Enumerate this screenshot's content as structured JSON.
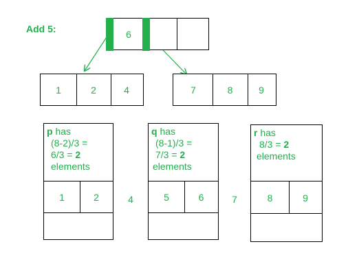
{
  "title": "Add 5:",
  "root": {
    "cells": [
      "6",
      "",
      ""
    ]
  },
  "left_node": {
    "cells": [
      "1",
      "2",
      "4"
    ]
  },
  "right_node": {
    "cells": [
      "7",
      "8",
      "9"
    ]
  },
  "groups": [
    {
      "var": "p",
      "line1": " has",
      "line2": "(8-2)/3 =",
      "line3a": "6/3 = ",
      "line3b": "2",
      "line4": "elements",
      "cells": [
        "1",
        "2"
      ],
      "after": "4"
    },
    {
      "var": "q",
      "line1": " has",
      "line2": "(8-1)/3 =",
      "line3a": "7/3 = ",
      "line3b": "2",
      "line4": "elements",
      "cells": [
        "5",
        "6"
      ],
      "after": "7"
    },
    {
      "var": "r",
      "line1": " has",
      "line2": "8/3 = ",
      "line2b": "2",
      "line3": "elements",
      "cells": [
        "8",
        "9"
      ]
    }
  ],
  "colors": {
    "accent": "#22b04c",
    "border": "#000000"
  }
}
